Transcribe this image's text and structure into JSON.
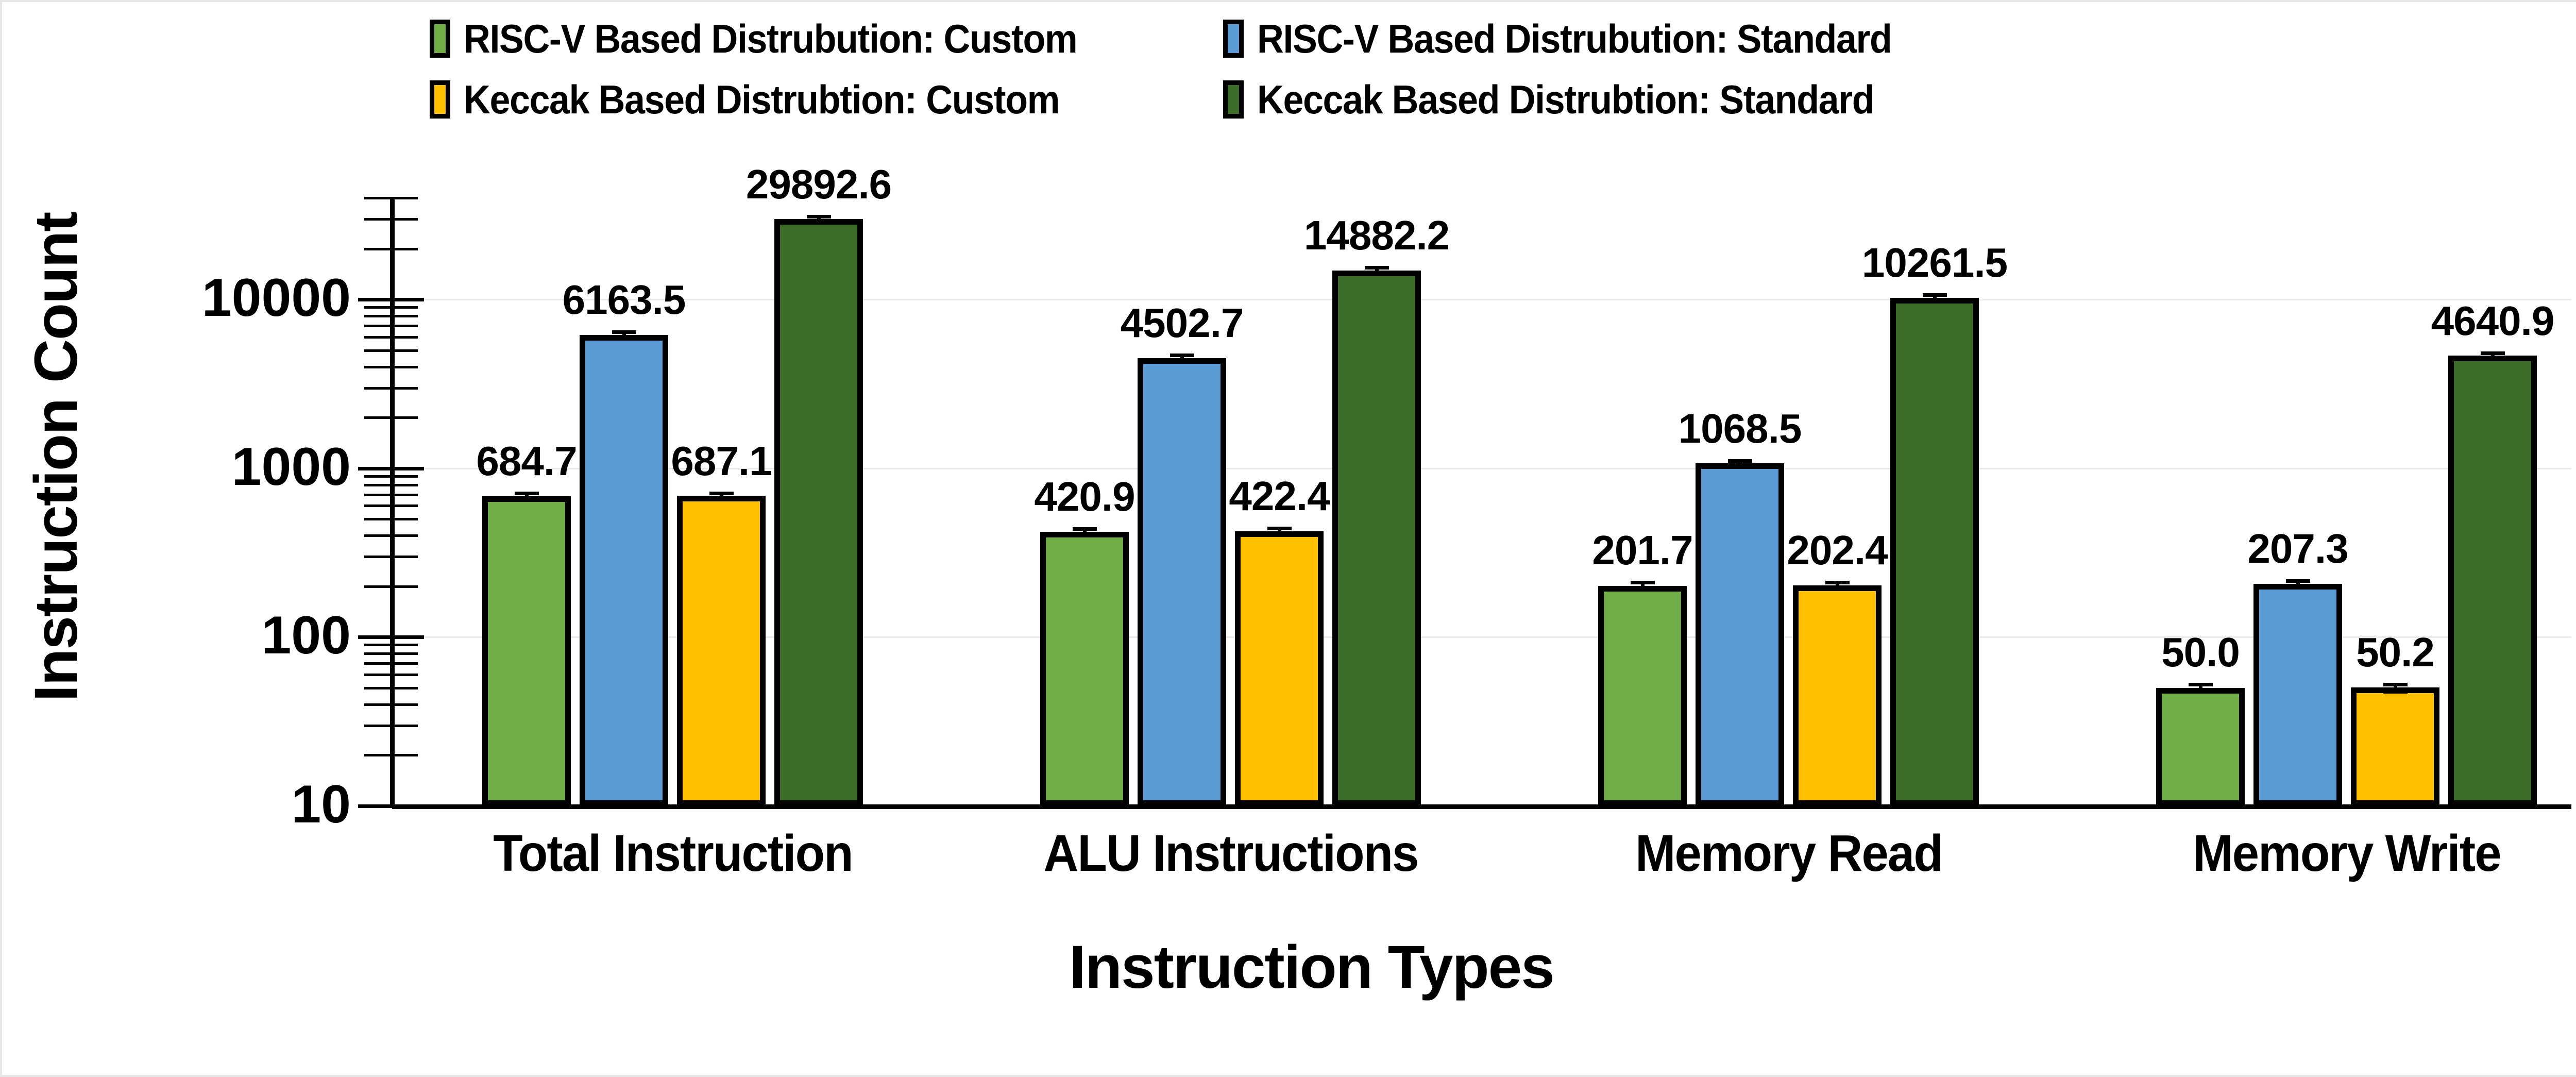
{
  "chart_data": {
    "type": "bar",
    "title": "",
    "xlabel": "Instruction Types",
    "ylabel": "Instruction Count",
    "yscale": "log",
    "ylim": [
      10,
      40000
    ],
    "ytick_labels": [
      "10000",
      "1000",
      "100",
      "10"
    ],
    "ytick_values": [
      10000,
      1000,
      100,
      10
    ],
    "grid": true,
    "legend_position": "top",
    "categories": [
      "Total Instruction",
      "ALU Instructions",
      "Memory Read",
      "Memory Write"
    ],
    "series": [
      {
        "name": "RISC-V Based Distrubution: Custom",
        "color": "#70AD47",
        "values": [
          684.7,
          420.9,
          201.7,
          50.0
        ],
        "labels": [
          "684.7",
          "420.9",
          "201.7",
          "50.0"
        ],
        "errors": [
          28,
          18,
          9,
          2.5
        ]
      },
      {
        "name": "RISC-V Based Distrubution: Standard",
        "color": "#5B9BD5",
        "values": [
          6163.5,
          4502.7,
          1068.5,
          207.3
        ],
        "labels": [
          "6163.5",
          "4502.7",
          "1068.5",
          "207.3"
        ],
        "errors": [
          250,
          190,
          45,
          9
        ]
      },
      {
        "name": "Keccak Based Distrubtion: Custom",
        "color": "#FFC000",
        "values": [
          687.1,
          422.4,
          202.4,
          50.2
        ],
        "labels": [
          "687.1",
          "422.4",
          "202.4",
          "50.2"
        ],
        "errors": [
          28,
          18,
          9,
          2.5
        ]
      },
      {
        "name": "Keccak Based Distrubtion: Standard",
        "color": "#3D6B28",
        "values": [
          29892.6,
          14882.2,
          10261.5,
          4640.9
        ],
        "labels": [
          "29892.6",
          "14882.2",
          "10261.5",
          "4640.9"
        ],
        "errors": [
          1200,
          600,
          420,
          190
        ]
      }
    ]
  },
  "legend": {
    "items": [
      {
        "label": "RISC-V Based Distrubution: Custom",
        "color": "#70AD47"
      },
      {
        "label": "RISC-V Based Distrubution: Standard",
        "color": "#5B9BD5"
      },
      {
        "label": "Keccak Based Distrubtion: Custom",
        "color": "#FFC000"
      },
      {
        "label": "Keccak Based Distrubtion: Standard",
        "color": "#3D6B28"
      }
    ]
  },
  "axes": {
    "y_title": "Instruction Count",
    "x_title": "Instruction Types",
    "y_ticks": [
      "10000",
      "1000",
      "100",
      "10"
    ],
    "x_ticks": [
      "Total Instruction",
      "ALU Instructions",
      "Memory Read",
      "Memory Write"
    ]
  },
  "colors": {
    "green_light": "#70AD47",
    "blue": "#5B9BD5",
    "amber": "#FFC000",
    "green_dark": "#3D6B28",
    "outline": "#000000",
    "gridline": "#EAEAEA",
    "background": "#FFFFFF"
  }
}
